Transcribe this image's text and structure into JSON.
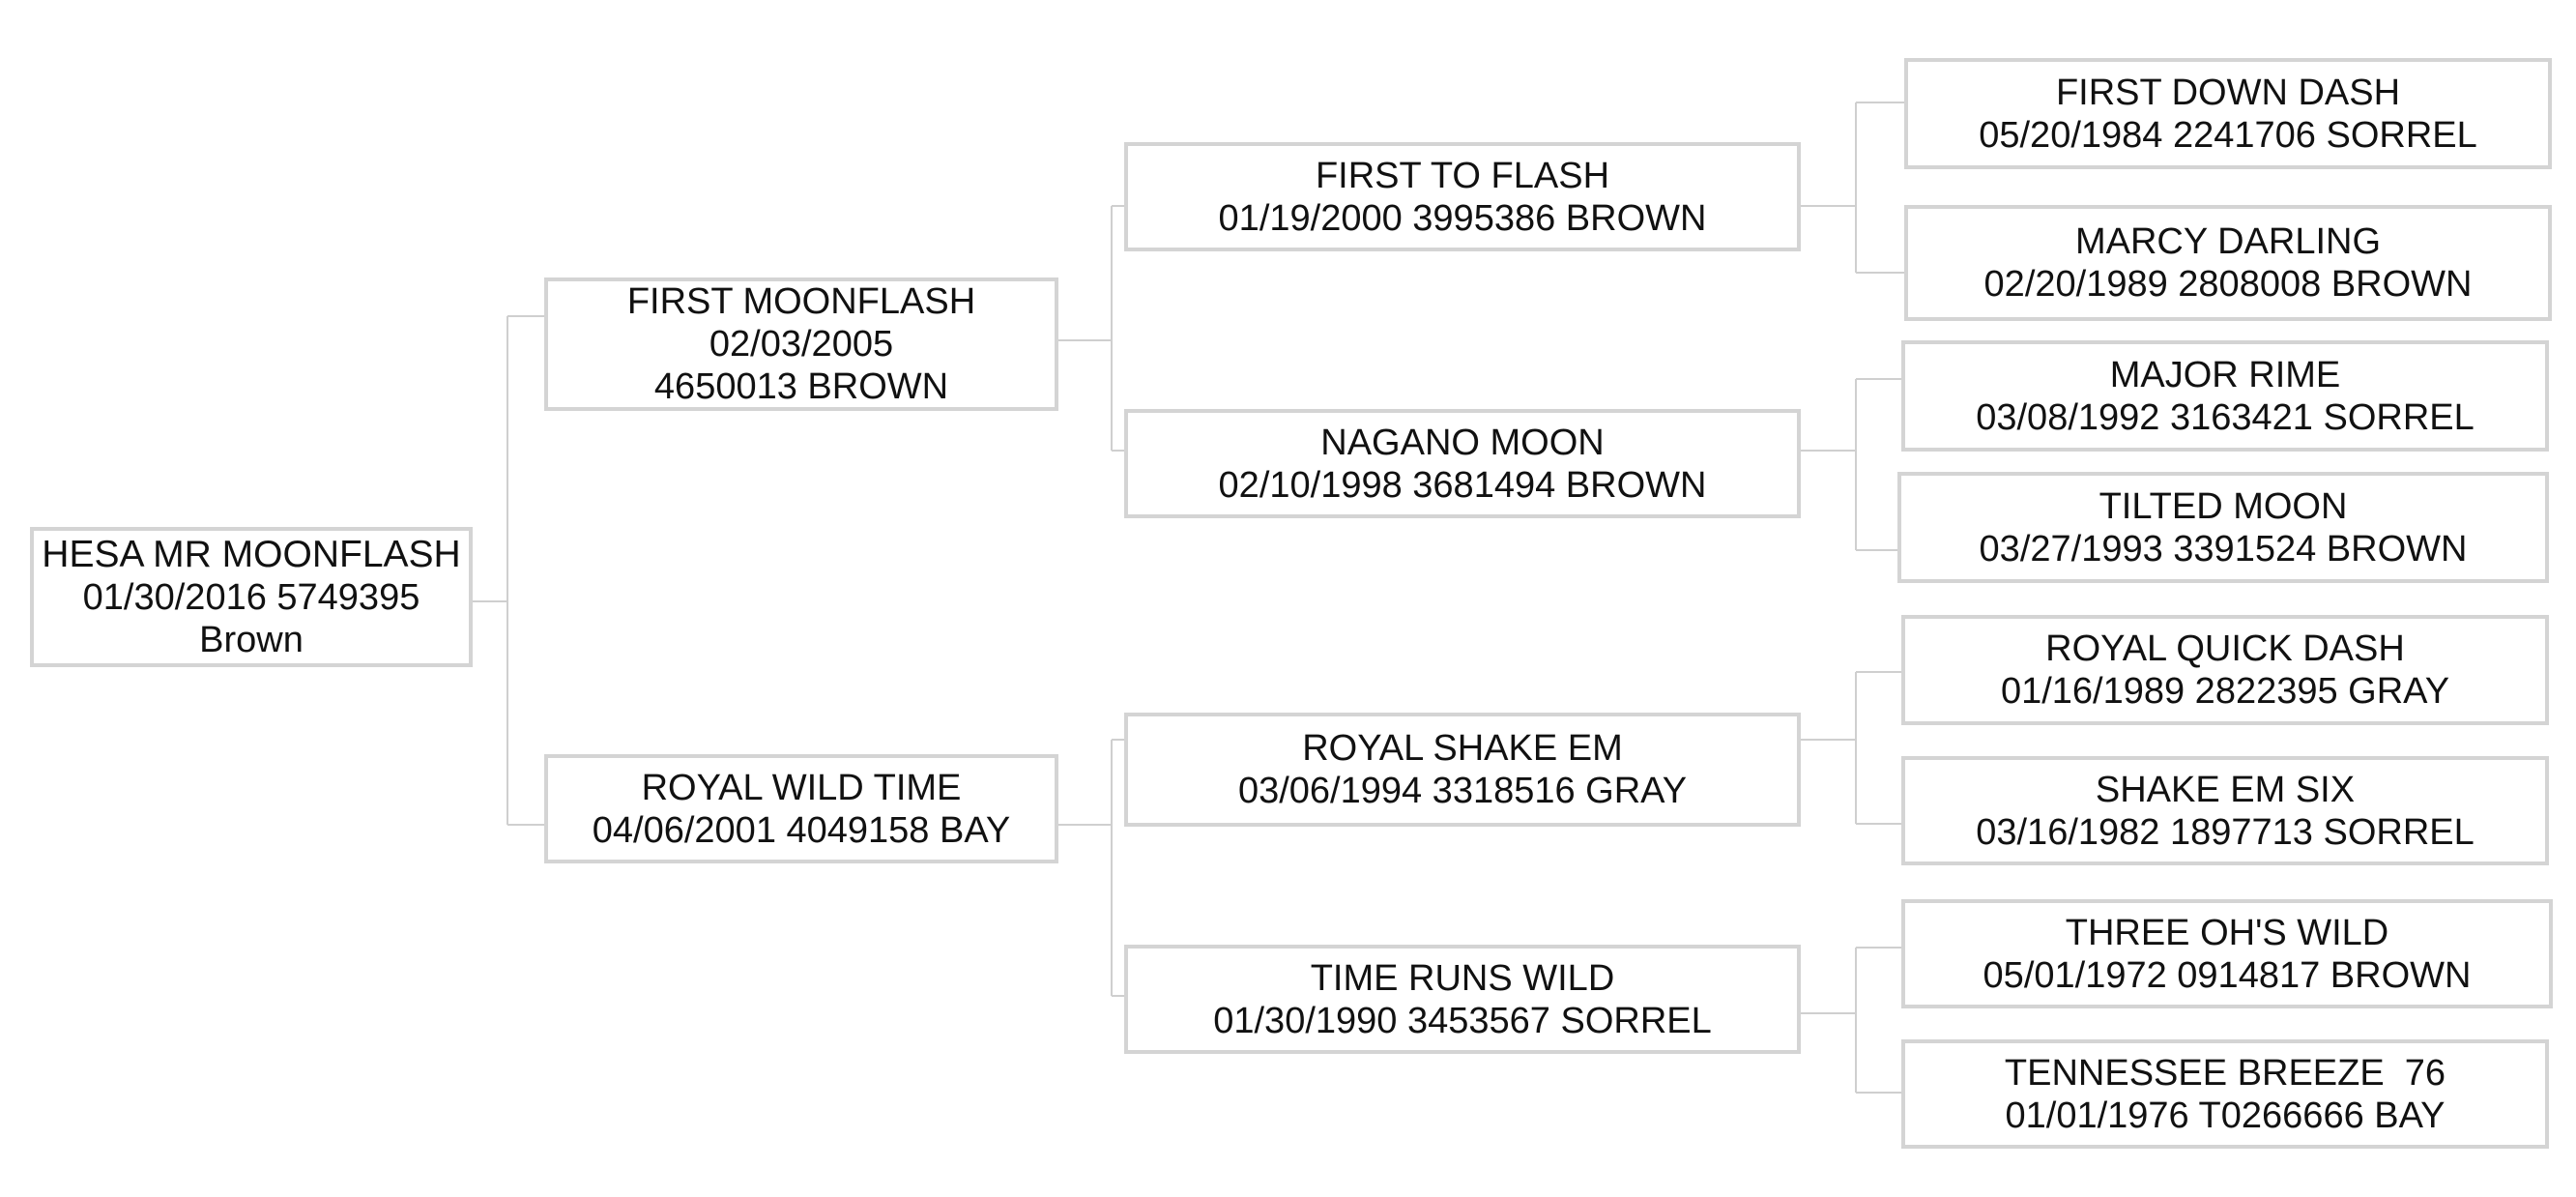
{
  "colors": {
    "box_border": "#d4d4d4",
    "connector": "#cfcfcf",
    "text": "#111111",
    "background": "#ffffff"
  },
  "pedigree": {
    "subject": {
      "name": "HESA MR MOONFLASH",
      "info": "01/30/2016 5749395 Brown"
    },
    "sire": {
      "name": "FIRST MOONFLASH",
      "info": "02/03/2005 4650013 BROWN"
    },
    "dam": {
      "name": "ROYAL WILD TIME",
      "info": "04/06/2001 4049158 BAY"
    },
    "sire_sire": {
      "name": "FIRST TO FLASH",
      "info": "01/19/2000 3995386 BROWN"
    },
    "sire_dam": {
      "name": "NAGANO MOON",
      "info": "02/10/1998 3681494 BROWN"
    },
    "dam_sire": {
      "name": "ROYAL SHAKE EM",
      "info": "03/06/1994 3318516 GRAY"
    },
    "dam_dam": {
      "name": "TIME RUNS WILD",
      "info": "01/30/1990 3453567 SORREL"
    },
    "ss_sire": {
      "name": "FIRST DOWN DASH",
      "info": "05/20/1984 2241706 SORREL"
    },
    "ss_dam": {
      "name": "MARCY DARLING",
      "info": "02/20/1989 2808008 BROWN"
    },
    "sd_sire": {
      "name": "MAJOR RIME",
      "info": "03/08/1992 3163421 SORREL"
    },
    "sd_dam": {
      "name": "TILTED MOON",
      "info": "03/27/1993 3391524 BROWN"
    },
    "ds_sire": {
      "name": "ROYAL QUICK DASH",
      "info": "01/16/1989 2822395 GRAY"
    },
    "ds_dam": {
      "name": "SHAKE EM SIX",
      "info": "03/16/1982 1897713 SORREL"
    },
    "dd_sire": {
      "name": "THREE OH'S WILD",
      "info": "05/01/1972 0914817 BROWN"
    },
    "dd_dam": {
      "name": "TENNESSEE BREEZE  76",
      "info": "01/01/1976 T0266666 BAY"
    }
  }
}
